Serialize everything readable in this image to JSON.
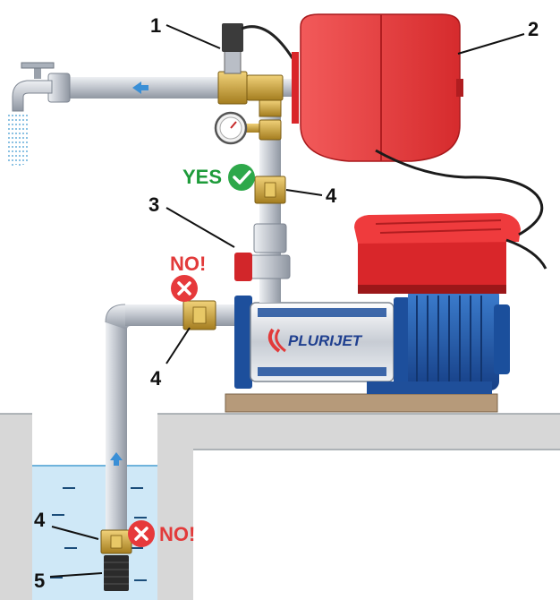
{
  "labels": {
    "one": "1",
    "two": "2",
    "three": "3",
    "four_top": "4",
    "four_mid": "4",
    "four_bottom": "4",
    "five": "5"
  },
  "marks": {
    "yes": "YES",
    "no_top": "NO!",
    "no_bottom": "NO!"
  },
  "brand": "PLURIJET",
  "colors": {
    "red": "#e6393b",
    "green": "#2ea84a",
    "pipe": "#c9ced6",
    "brass": "#c9a233",
    "water": "#cfe8f7",
    "ground": "#d7d7d7",
    "motor": "#1f5fb0"
  },
  "icons": {
    "check": "check-circle-icon",
    "cross": "cross-circle-icon",
    "gauge": "pressure-gauge-icon",
    "faucet": "faucet-icon",
    "arrow": "flow-arrow-icon"
  }
}
